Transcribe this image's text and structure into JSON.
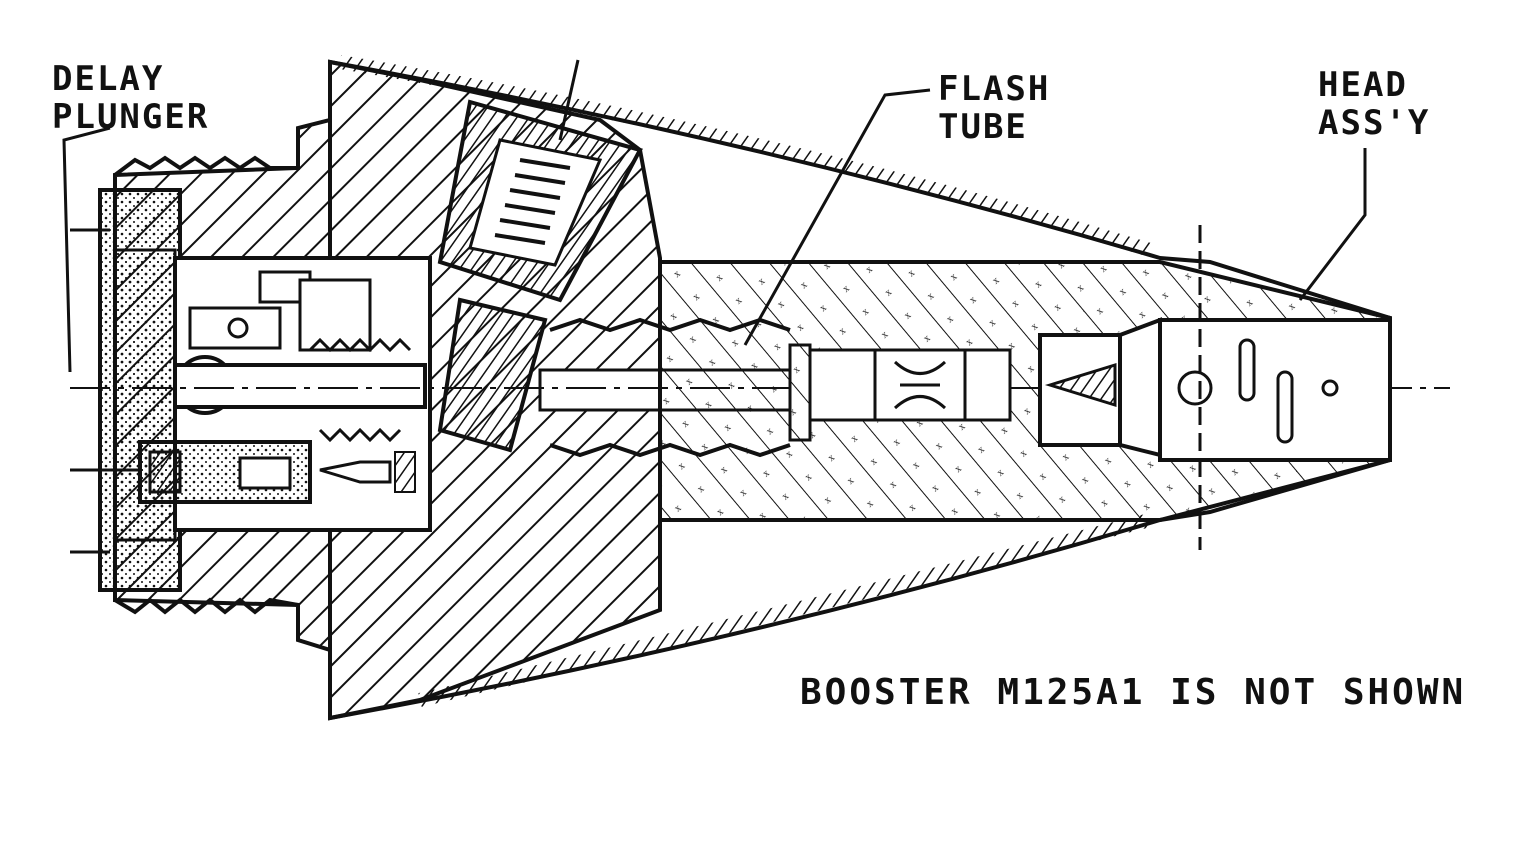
{
  "labels": {
    "delay_plunger_line1": "DELAY",
    "delay_plunger_line2": "PLUNGER",
    "flash_tube_line1": "FLASH",
    "flash_tube_line2": "TUBE",
    "head_assy_line1": "HEAD",
    "head_assy_line2": "ASS'Y"
  },
  "note": "BOOSTER M125A1 IS NOT SHOWN",
  "colors": {
    "ink": "#111111",
    "paper": "#ffffff"
  }
}
